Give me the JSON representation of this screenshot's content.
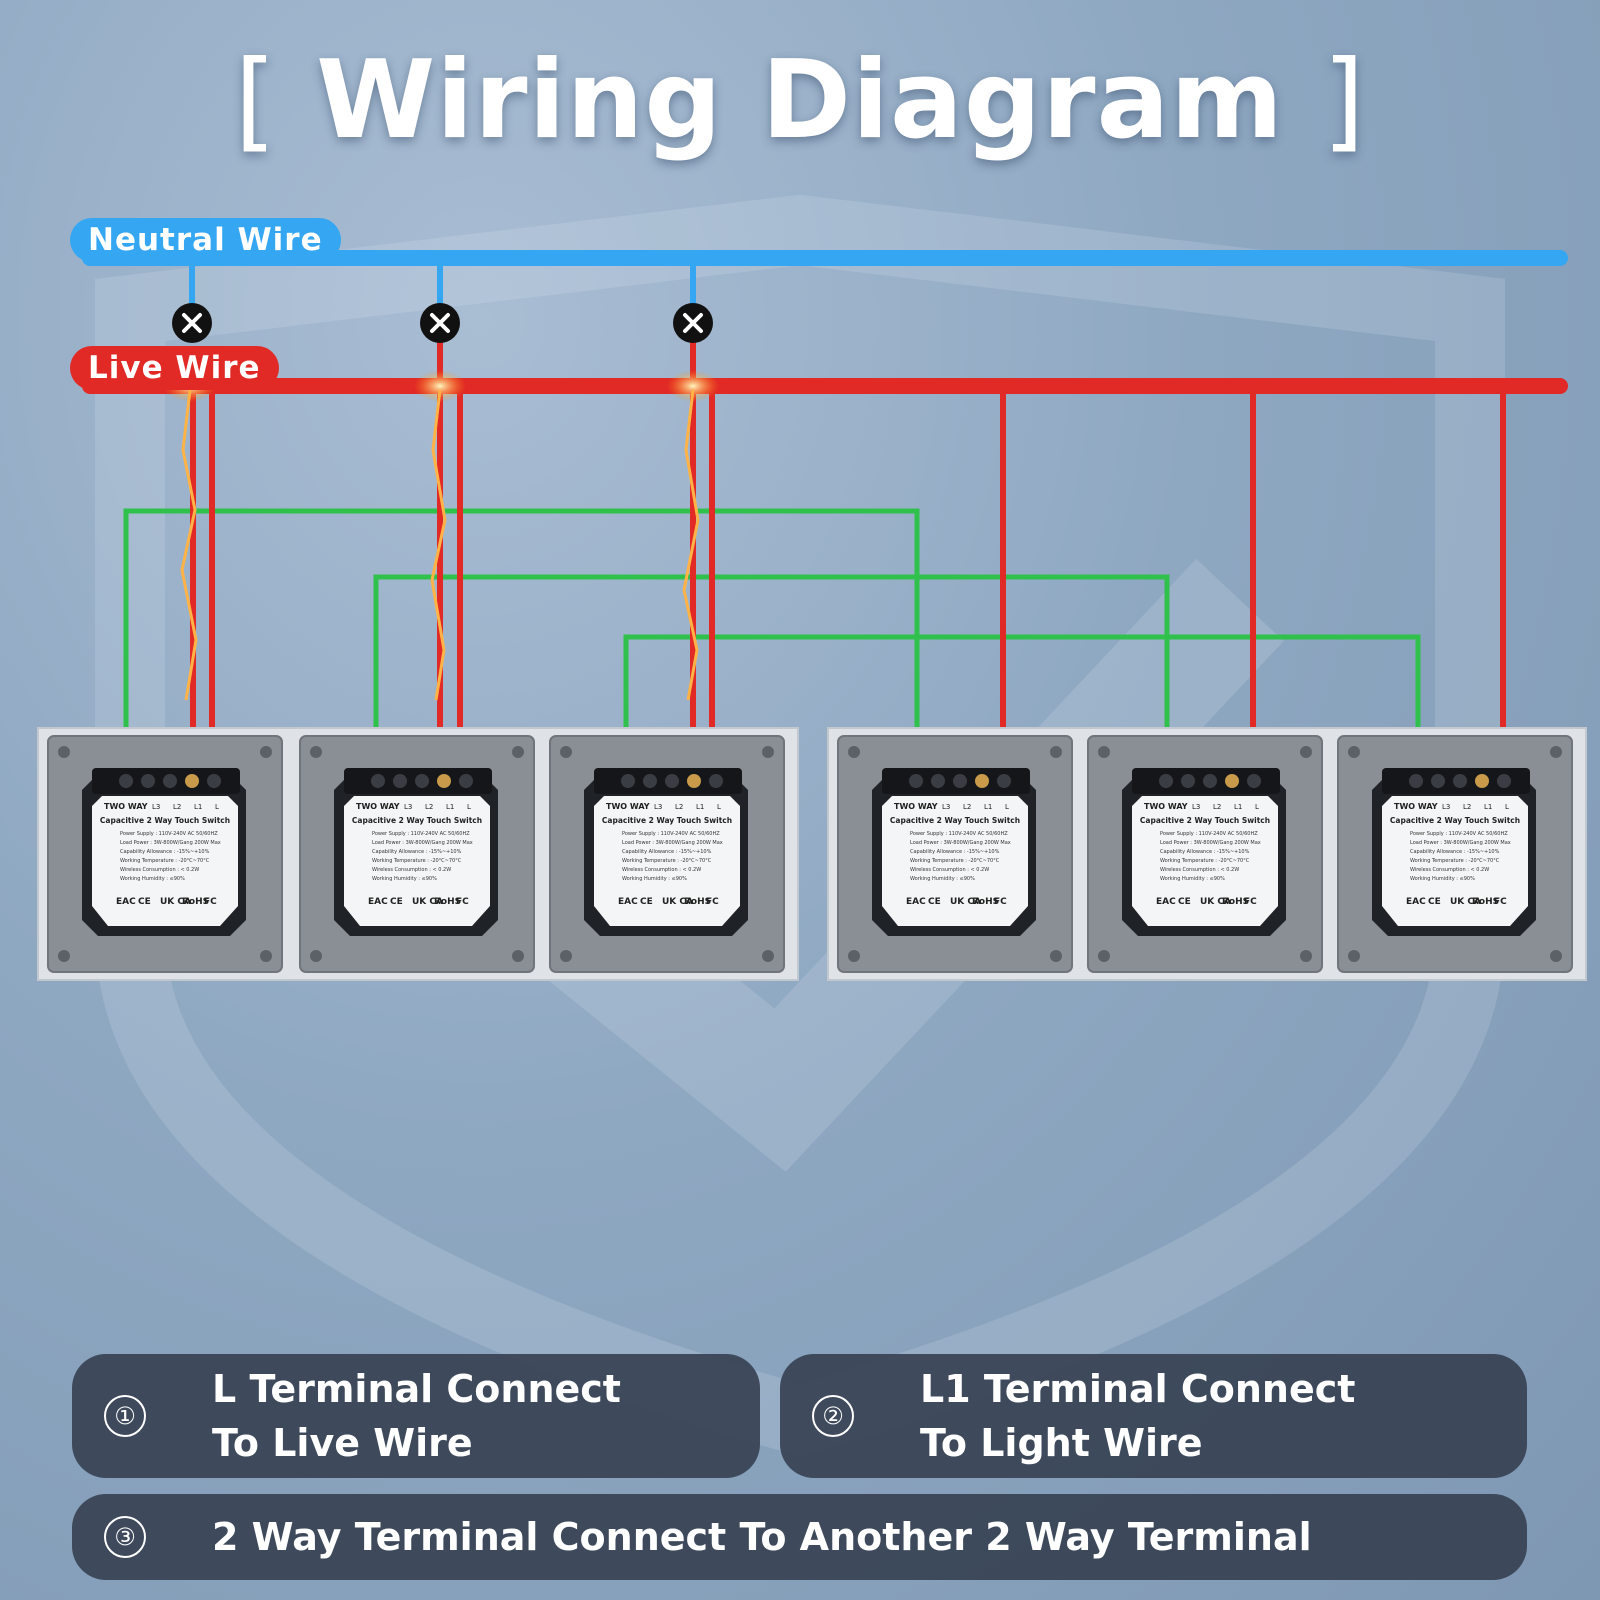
{
  "title": {
    "open_bracket": "[",
    "text": "Wiring Diagram",
    "close_bracket": "]"
  },
  "wires": {
    "neutral_label": "Neutral Wire",
    "live_label": "Live Wire",
    "colors": {
      "neutral": "#35a6f2",
      "live": "#e12a26",
      "two_way": "#2fc14b"
    }
  },
  "switch_label": {
    "brand": "TWO WAY",
    "terminals": [
      "L3",
      "L2",
      "L1",
      "L"
    ],
    "model": "Capacitive 2 Way Touch Switch",
    "specs": [
      "Power Supply : 110V-240V AC 50/60HZ",
      "Load Power : 3W-800W/Gang 200W Max",
      "Capability Allowance : -15%~+10%",
      "Working Temperature : -20°C~70°C",
      "Wireless Consumption : < 0.2W",
      "Working Humidity : ≤90%"
    ],
    "marks": [
      "EAC",
      "CE",
      "UK CA",
      "RoHS",
      "FC"
    ]
  },
  "notes": [
    {
      "num": "①",
      "line1": "L Terminal Connect",
      "line2": "To Live Wire"
    },
    {
      "num": "②",
      "line1": "L1 Terminal Connect",
      "line2": "To Light Wire"
    },
    {
      "num": "③",
      "line1": "2 Way Terminal Connect To Another 2 Way Terminal"
    }
  ]
}
